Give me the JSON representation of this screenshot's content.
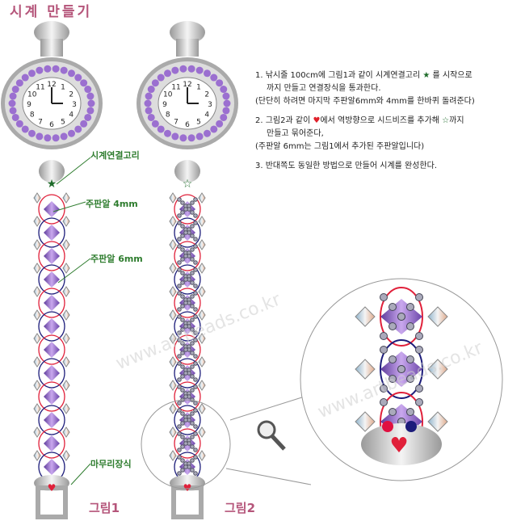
{
  "title": "시계 만들기",
  "labels": {
    "connector": "시계연결고리",
    "bead4": "주판알 4mm",
    "bead6": "주판알 6mm",
    "finish": "마무리장식",
    "fig1": "그림1",
    "fig2": "그림2"
  },
  "steps": [
    {
      "num": "1.",
      "line1a": "낚시줄 100cm에 그림1과 같이 시계연결고리",
      "line1b": "를 시작으로",
      "line2": "까지 만들고 연결장식을 통과한다.",
      "line3": "(단단히 하려면 마지막 주판알6mm와 4mm를 한바퀴 돌려준다)"
    },
    {
      "num": "2.",
      "line1a": "그림2과 같이",
      "line1b": "에서 역방향으로 시드비즈를 추가해",
      "line1c": "까지",
      "line2": "만들고 묶어준다,",
      "line3": "(주판알 6mm는 그림1에서 추가된 주판알입니다)"
    },
    {
      "num": "3.",
      "line1a": "반대쪽도 동일한 방법으로 만들어 시계를 완성한다."
    }
  ],
  "icons": {
    "filled_star": "★",
    "outline_star": "☆",
    "heart": "♥"
  },
  "watermark": "www.artbeads.co.kr",
  "colors": {
    "title": "#b5557a",
    "label": "#2f7d2f",
    "purple": "#8a5cc0",
    "red_line": "#e0203a",
    "navy_line": "#1c1c7a"
  }
}
